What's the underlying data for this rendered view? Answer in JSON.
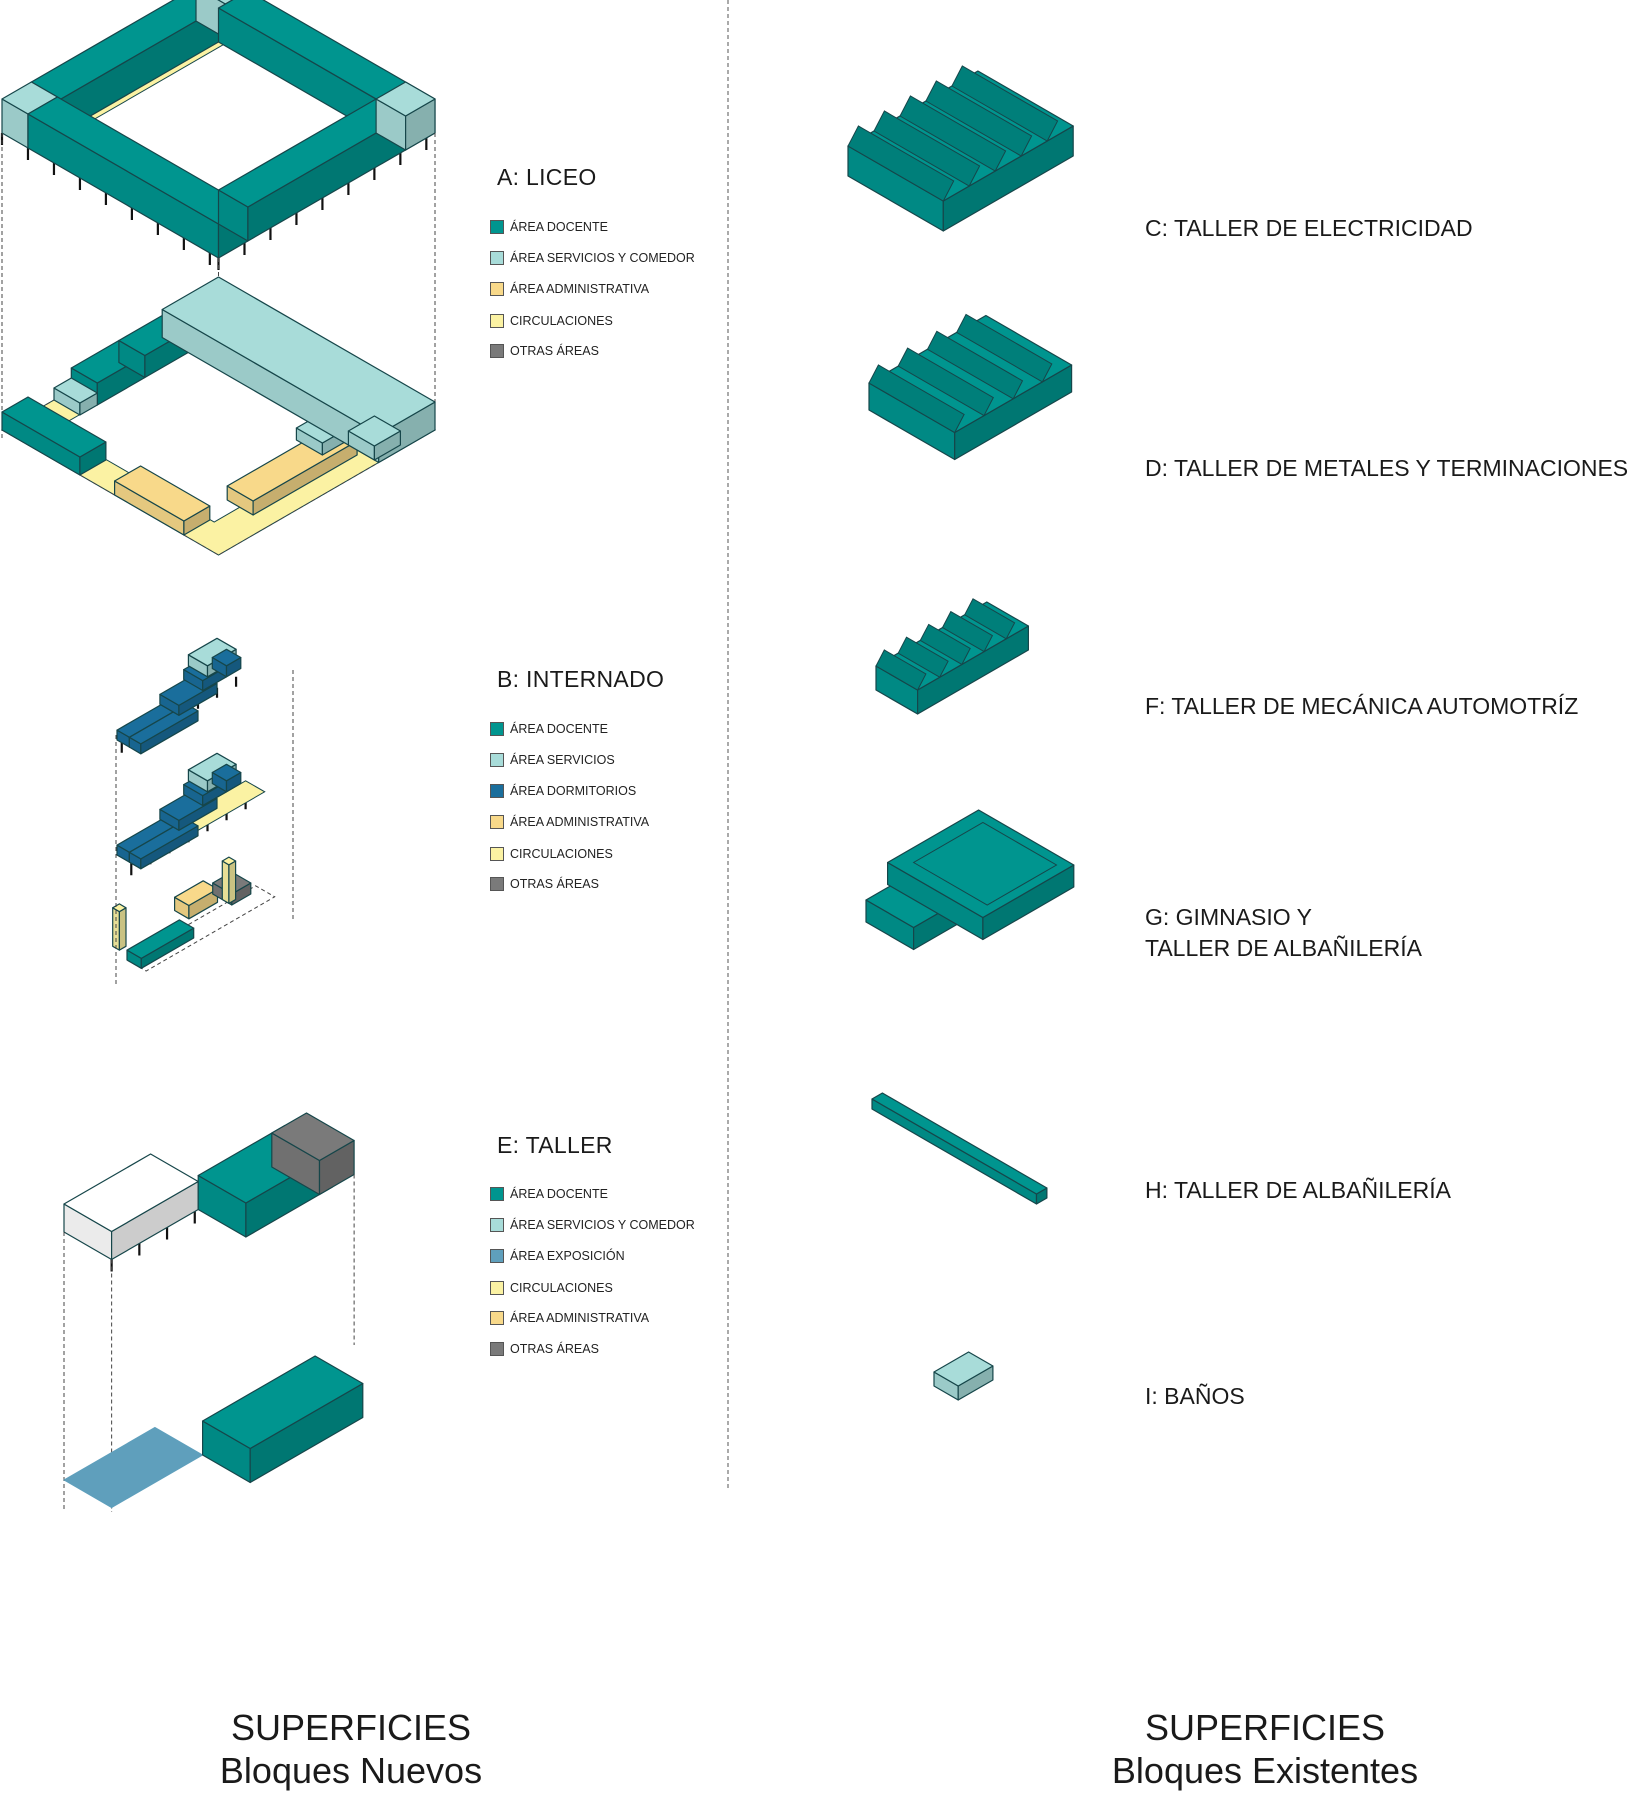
{
  "colors": {
    "docente": "#00958f",
    "servicios": "#a8dcd9",
    "dormitorios": "#1a6e9c",
    "administrativa": "#f8d98a",
    "circulaciones": "#fbf2a3",
    "otras": "#7a7a7a",
    "exposicion": "#5f9fbc",
    "outline": "#16464a"
  },
  "new_blocks": {
    "A": {
      "title": "A: LICEO",
      "legend": [
        {
          "label": "ÁREA DOCENTE",
          "color": "#00958f"
        },
        {
          "label": "ÁREA SERVICIOS Y COMEDOR",
          "color": "#a8dcd9"
        },
        {
          "label": "ÁREA ADMINISTRATIVA",
          "color": "#f8d98a"
        },
        {
          "label": "CIRCULACIONES",
          "color": "#fbf2a3"
        },
        {
          "label": "OTRAS ÁREAS",
          "color": "#7a7a7a"
        }
      ]
    },
    "B": {
      "title": "B: INTERNADO",
      "legend": [
        {
          "label": "ÁREA DOCENTE",
          "color": "#00958f"
        },
        {
          "label": "ÁREA SERVICIOS",
          "color": "#a8dcd9"
        },
        {
          "label": "ÁREA DORMITORIOS",
          "color": "#1a6e9c"
        },
        {
          "label": "ÁREA ADMINISTRATIVA",
          "color": "#f8d98a"
        },
        {
          "label": "CIRCULACIONES",
          "color": "#fbf2a3"
        },
        {
          "label": "OTRAS ÁREAS",
          "color": "#7a7a7a"
        }
      ]
    },
    "E": {
      "title": "E: TALLER",
      "legend": [
        {
          "label": "ÁREA DOCENTE",
          "color": "#00958f"
        },
        {
          "label": "ÁREA SERVICIOS Y COMEDOR",
          "color": "#a8dcd9"
        },
        {
          "label": "ÁREA EXPOSICIÓN",
          "color": "#5f9fbc"
        },
        {
          "label": "CIRCULACIONES",
          "color": "#fbf2a3"
        },
        {
          "label": "ÁREA ADMINISTRATIVA",
          "color": "#f8d98a"
        },
        {
          "label": "OTRAS ÁREAS",
          "color": "#7a7a7a"
        }
      ]
    }
  },
  "existing_blocks": {
    "C": {
      "lines": [
        "C: TALLER DE ELECTRICIDAD"
      ]
    },
    "D": {
      "lines": [
        "D: TALLER DE METALES Y TERMINACIONES"
      ]
    },
    "F": {
      "lines": [
        "F: TALLER DE MECÁNICA AUTOMOTRÍZ"
      ]
    },
    "G": {
      "lines": [
        "G: GIMNASIO Y",
        "TALLER DE ALBAÑILERÍA"
      ]
    },
    "H": {
      "lines": [
        "H: TALLER DE ALBAÑILERÍA"
      ]
    },
    "I": {
      "lines": [
        "I: BAÑOS"
      ]
    }
  },
  "footer": {
    "left": {
      "title": "SUPERFICIES",
      "subtitle": "Bloques Nuevos"
    },
    "right": {
      "title": "SUPERFICIES",
      "subtitle": "Bloques Existentes"
    }
  }
}
